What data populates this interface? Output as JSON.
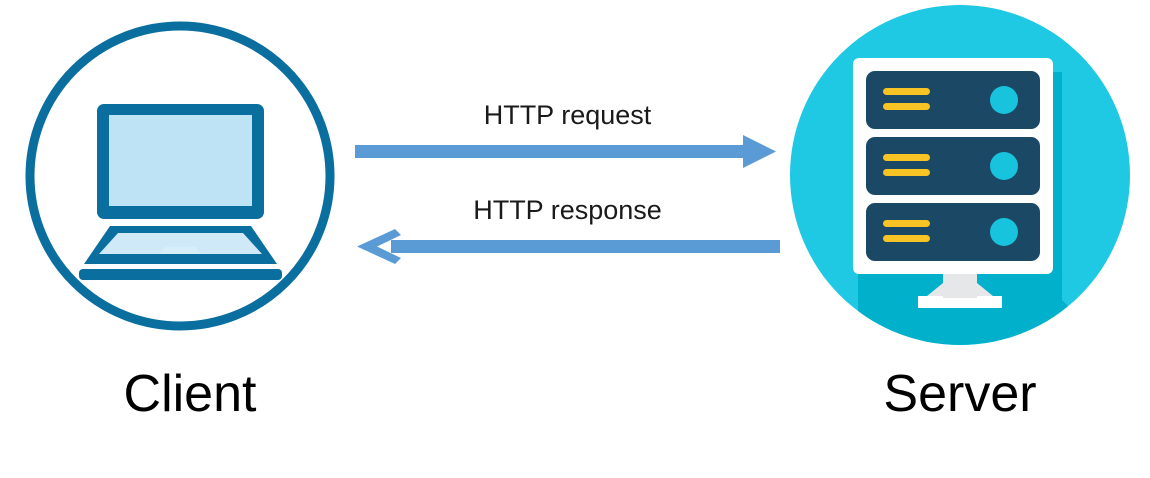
{
  "diagram": {
    "title": "Client Server HTTP request response diagram",
    "background_color": "#ffffff",
    "nodes": [
      {
        "id": "client",
        "label": "Client",
        "icon": "laptop-icon",
        "badge_style": "outlined-circle",
        "colors": {
          "circle_stroke": "#0a6e9e",
          "circle_fill": "#ffffff",
          "icon_dark": "#0a6e9e",
          "icon_screen": "#bde3f5",
          "icon_light": "#d6edfa"
        }
      },
      {
        "id": "server",
        "label": "Server",
        "icon": "server-rack-icon",
        "badge_style": "filled-circle",
        "colors": {
          "circle_fill": "#1fc8e3",
          "circle_shadow": "#00afc8",
          "rack_frame": "#ffffff",
          "rack_unit": "#1b4965",
          "rack_led": "#18c3de",
          "rack_stripe": "#f7c325",
          "stand": "#e6e7e8"
        },
        "rack_units": 3,
        "stripes_per_unit": 2
      }
    ],
    "arrows": [
      {
        "id": "http-request",
        "label": "HTTP request",
        "direction": "right",
        "from": "client",
        "to": "server",
        "color": "#5b9bd5",
        "head_style": "solid-triangle"
      },
      {
        "id": "http-response",
        "label": "HTTP response",
        "direction": "left",
        "from": "server",
        "to": "client",
        "color": "#5b9bd5",
        "head_style": "concave-chevron"
      }
    ]
  }
}
